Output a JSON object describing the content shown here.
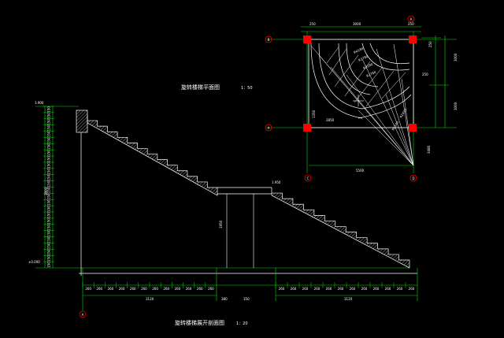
{
  "drawing": {
    "plan_title": "旋转楼梯平面图",
    "plan_scale": "1：50",
    "section_title": "旋转楼梯展开剖面图",
    "section_scale": "1：20"
  },
  "colors": {
    "background": "#000000",
    "line": "#ffffff",
    "dimension": "#00e000",
    "column": "#ff0000",
    "axis_bubble": "#ff0000"
  },
  "plan": {
    "axis_labels": [
      "B",
      "A",
      "C",
      "D",
      "A"
    ],
    "top_dims": [
      "250",
      "3000",
      "250"
    ],
    "right_dims": [
      "250",
      "3000",
      "3000"
    ],
    "bottom_dim": "5500",
    "radii": [
      "R4180",
      "R3780",
      "R3180",
      "R2780",
      "R2410",
      "R1540"
    ],
    "other_dims": [
      "2850",
      "1350",
      "1540",
      "3480",
      "250"
    ]
  },
  "section": {
    "top_level": "3.900",
    "landing_level": "1.950",
    "ground_level": "±0.000",
    "total_height": "3900",
    "riser_label": "150",
    "riser_count": 26,
    "landing_height": "1950",
    "bottom_left_total": "3120",
    "bottom_right_total": "3120",
    "tread_dim": "260",
    "landing_dims": [
      "380",
      "350"
    ],
    "axis_label": "A"
  }
}
